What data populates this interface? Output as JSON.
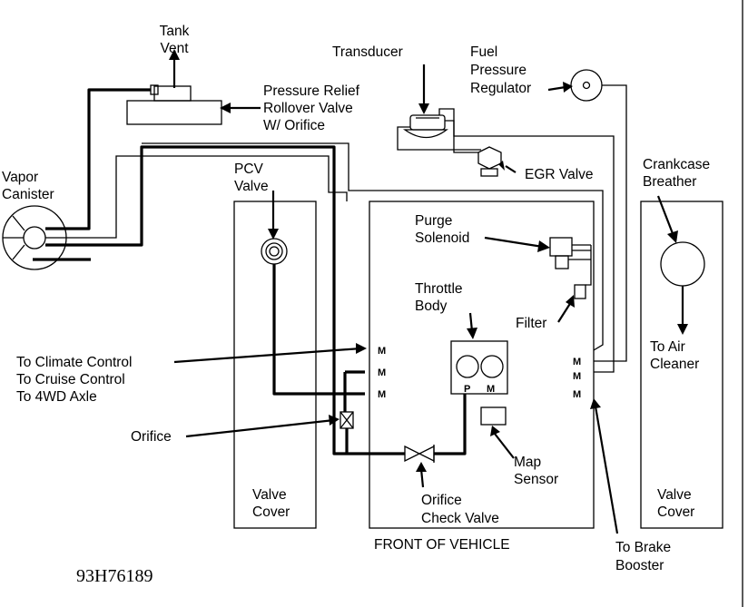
{
  "labels": {
    "tank_vent": [
      "Tank",
      "Vent"
    ],
    "transducer": "Transducer",
    "fuel_pressure_regulator": [
      "Fuel",
      "Pressure",
      "Regulator"
    ],
    "pressure_relief": [
      "Pressure Relief",
      "Rollover Valve",
      "W/ Orifice"
    ],
    "vapor_canister": [
      "Vapor",
      "Canister"
    ],
    "pcv_valve": [
      "PCV",
      "Valve"
    ],
    "egr_valve": "EGR Valve",
    "crankcase_breather": [
      "Crankcase",
      "Breather"
    ],
    "purge_solenoid": [
      "Purge",
      "Solenoid"
    ],
    "throttle_body": [
      "Throttle",
      "Body"
    ],
    "filter": "Filter",
    "to_air_cleaner": [
      "To Air",
      "Cleaner"
    ],
    "to_climate_control": "To Climate Control",
    "to_cruise_control": "To Cruise Control",
    "to_4wd_axle": "To 4WD Axle",
    "orifice": "Orifice",
    "map_sensor": [
      "Map",
      "Sensor"
    ],
    "orifice_check_valve": [
      "Orifice",
      "Check Valve"
    ],
    "valve_cover_left": [
      "Valve",
      "Cover"
    ],
    "valve_cover_right": [
      "Valve",
      "Cover"
    ],
    "front_of_vehicle": "FRONT OF VEHICLE",
    "to_brake_booster": [
      "To Brake",
      "Booster"
    ],
    "figure_code": "93H76189",
    "port_p": "P",
    "port_m": "M",
    "manifold_port": "M"
  }
}
